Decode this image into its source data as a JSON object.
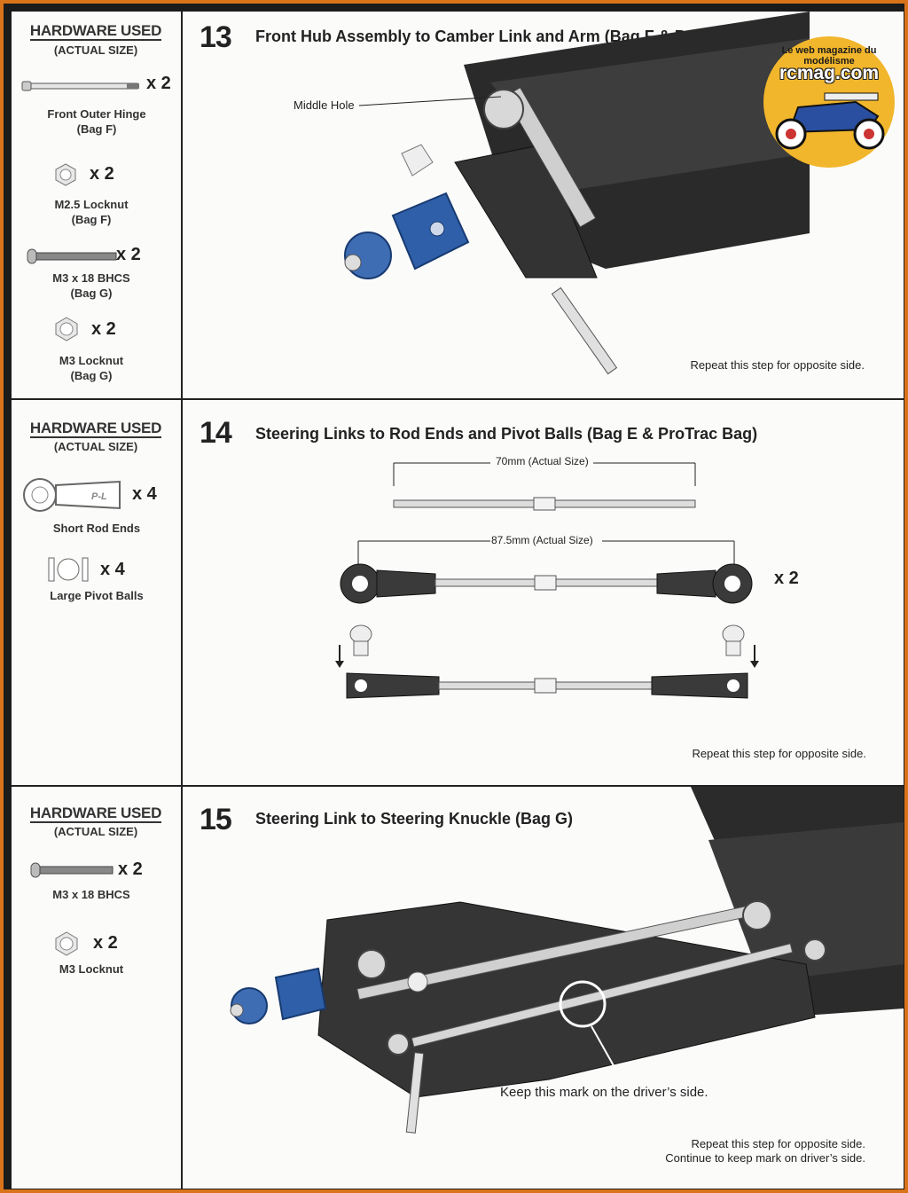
{
  "steps": [
    {
      "hardware_title": "HARDWARE USED",
      "hardware_subtitle": "(ACTUAL SIZE)",
      "items": [
        {
          "qty": "x 2",
          "label": "Front Outer Hinge\n(Bag F)",
          "icon": "hinge-pin-icon"
        },
        {
          "qty": "x 2",
          "label": "M2.5 Locknut\n(Bag F)",
          "icon": "locknut-icon"
        },
        {
          "qty": "x 2",
          "label": "M3 x 18 BHCS\n(Bag G)",
          "icon": "screw-icon"
        },
        {
          "qty": "x 2",
          "label": "M3 Locknut\n(Bag G)",
          "icon": "locknut-icon"
        }
      ],
      "number": "13",
      "title": "Front Hub Assembly to Camber Link and Arm (Bag F & Bag G)",
      "callout": "Middle Hole",
      "note": "Repeat this step for opposite side."
    },
    {
      "hardware_title": "HARDWARE USED",
      "hardware_subtitle": "(ACTUAL SIZE)",
      "items": [
        {
          "qty": "x 4",
          "label": "Short Rod Ends",
          "icon": "rod-end-icon"
        },
        {
          "qty": "x 4",
          "label": "Large Pivot Balls",
          "icon": "pivot-ball-icon"
        }
      ],
      "number": "14",
      "title": "Steering Links to Rod Ends and Pivot Balls (Bag E & ProTrac Bag)",
      "dim1": "70mm (Actual Size)",
      "dim2": "87.5mm (Actual Size)",
      "assembly_qty": "x 2",
      "note": "Repeat this step for opposite side."
    },
    {
      "hardware_title": "HARDWARE USED",
      "hardware_subtitle": "(ACTUAL SIZE)",
      "items": [
        {
          "qty": "x 2",
          "label": "M3 x 18 BHCS",
          "icon": "screw-icon"
        },
        {
          "qty": "x 2",
          "label": "M3 Locknut",
          "icon": "locknut-icon"
        }
      ],
      "number": "15",
      "title": "Steering Link to Steering Knuckle (Bag G)",
      "callout": "Keep this mark on the driver’s side.",
      "note_line1": "Repeat this step for opposite side.",
      "note_line2": "Continue to keep mark on driver’s side."
    }
  ],
  "logo": {
    "top": "Le web magazine du modélisme",
    "main": "rcmag.com"
  },
  "colors": {
    "frame": "#d9741a",
    "hub_blue": "#2f5fa8",
    "logo_gold": "#f2b62c"
  }
}
